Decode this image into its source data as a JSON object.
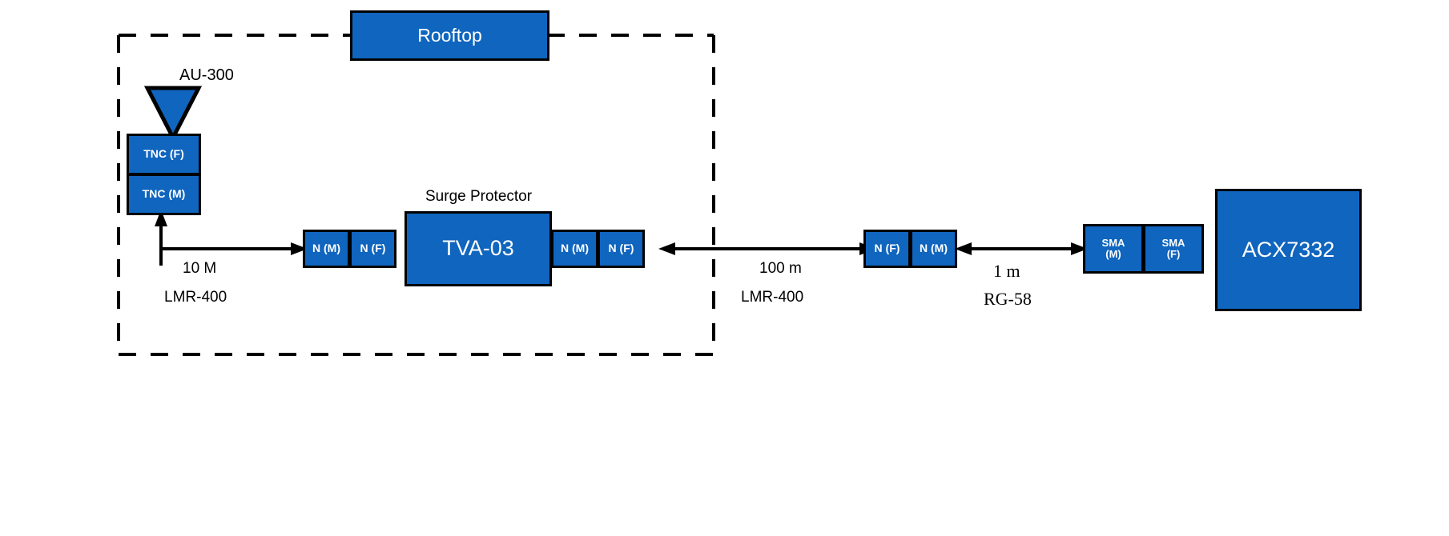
{
  "diagram": {
    "title_region": "rooftop-to-indoor RF cabling chain",
    "boundary": {
      "label": "",
      "style": "dashed",
      "color": "#000000"
    },
    "accent_color": "#1065BE",
    "outline_color": "#000000"
  },
  "rooftop": {
    "label": "Rooftop"
  },
  "antenna": {
    "label": "AU-300",
    "shape": "triangle-down"
  },
  "antenna_connectors": [
    {
      "label": "TNC (F)"
    },
    {
      "label": "TNC (M)"
    }
  ],
  "cable_antenna_to_surge": {
    "length": "10 M",
    "type": "LMR-400"
  },
  "surge_protector": {
    "caption": "Surge Protector",
    "model": "TVA-03",
    "left_connectors": [
      {
        "label": "N (M)"
      },
      {
        "label": "N (F)"
      }
    ],
    "right_connectors": [
      {
        "label": "N (M)"
      },
      {
        "label": "N (F)"
      }
    ]
  },
  "cable_surge_to_indoor": {
    "length": "100 m",
    "type": "LMR-400"
  },
  "indoor_connectors": [
    {
      "label": "N (F)"
    },
    {
      "label": "N (M)"
    }
  ],
  "cable_indoor_to_device": {
    "length": "1 m",
    "type": "RG-58"
  },
  "device_connectors": [
    {
      "label_line1": "SMA",
      "label_line2": "(M)"
    },
    {
      "label_line1": "SMA",
      "label_line2": "(F)"
    }
  ],
  "device": {
    "label": "ACX7332"
  }
}
